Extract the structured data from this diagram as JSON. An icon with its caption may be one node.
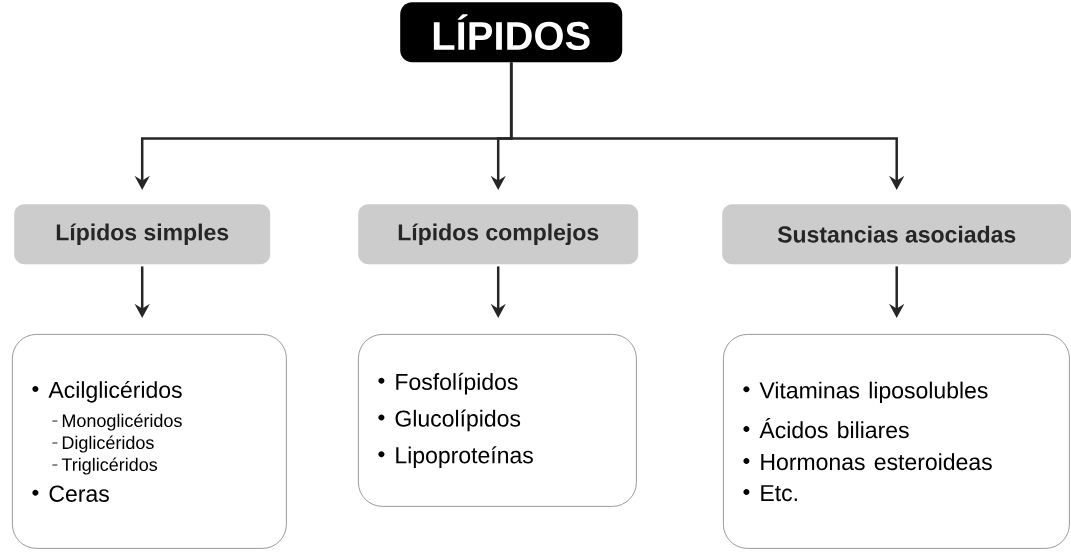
{
  "diagram": {
    "nodes": [
      {
        "text": [
          "LÍPIDOS"
        ]
      },
      {
        "text": [
          "Lípidos simples"
        ]
      },
      {
        "text": [
          "Lípidos complejos"
        ]
      },
      {
        "text": [
          "Sustancias asociadas"
        ]
      },
      {
        "text": [
          "Acilglicéridos",
          "Monoglicéridos",
          "Diglicéridos",
          "Triglicéridos",
          "Ceras"
        ]
      },
      {
        "text": [
          "Fosfolípidos",
          "Glucolípidos",
          "Lipoproteínas"
        ]
      },
      {
        "text": [
          "Vitaminas liposolubles",
          "Ácidos biliares",
          "Hormonas esteroideas",
          "Etc."
        ]
      }
    ],
    "edges": [
      {
        "from": 0,
        "to": 1,
        "arrow": "to"
      },
      {
        "from": 0,
        "to": 2,
        "arrow": "to"
      },
      {
        "from": 0,
        "to": 3,
        "arrow": "to"
      },
      {
        "from": 1,
        "to": 4,
        "arrow": "to"
      },
      {
        "from": 2,
        "to": 5,
        "arrow": "to"
      },
      {
        "from": 3,
        "to": 6,
        "arrow": "to"
      }
    ]
  }
}
